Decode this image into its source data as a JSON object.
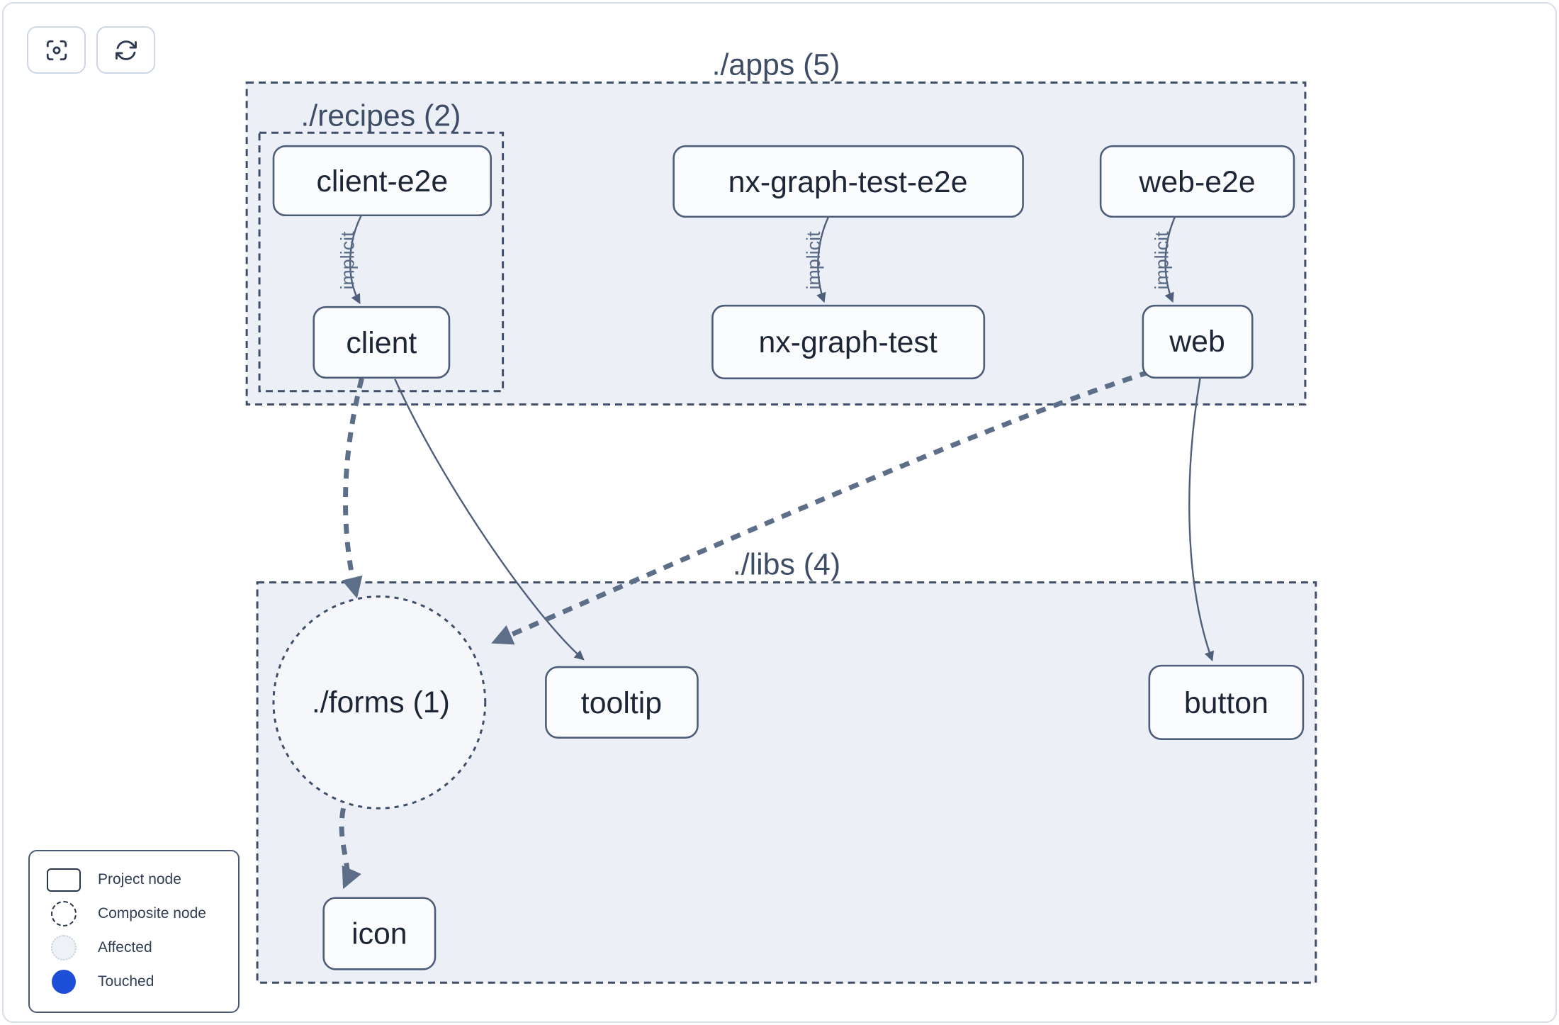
{
  "toolbar": {
    "buttons": [
      {
        "icon": "focus-icon",
        "action": "focus"
      },
      {
        "icon": "refresh-icon",
        "action": "refresh"
      }
    ]
  },
  "graph": {
    "containers": [
      {
        "id": "apps",
        "label": "./apps (5)"
      },
      {
        "id": "recipes",
        "label": "./recipes (2)"
      },
      {
        "id": "libs",
        "label": "./libs (4)"
      }
    ],
    "composite": {
      "id": "forms",
      "label": "./forms (1)"
    },
    "nodes": [
      {
        "id": "client-e2e",
        "label": "client-e2e"
      },
      {
        "id": "nx-graph-test-e2e",
        "label": "nx-graph-test-e2e"
      },
      {
        "id": "web-e2e",
        "label": "web-e2e"
      },
      {
        "id": "client",
        "label": "client"
      },
      {
        "id": "nx-graph-test",
        "label": "nx-graph-test"
      },
      {
        "id": "web",
        "label": "web"
      },
      {
        "id": "tooltip",
        "label": "tooltip"
      },
      {
        "id": "button",
        "label": "button"
      },
      {
        "id": "icon",
        "label": "icon"
      }
    ],
    "edges": [
      {
        "from": "client-e2e",
        "to": "client",
        "type": "implicit",
        "label": "implicit"
      },
      {
        "from": "nx-graph-test-e2e",
        "to": "nx-graph-test",
        "type": "implicit",
        "label": "implicit"
      },
      {
        "from": "web-e2e",
        "to": "web",
        "type": "implicit",
        "label": "implicit"
      },
      {
        "from": "client",
        "to": "./forms (1)",
        "type": "dashed"
      },
      {
        "from": "client",
        "to": "tooltip",
        "type": "static"
      },
      {
        "from": "web",
        "to": "./forms (1)",
        "type": "dashed"
      },
      {
        "from": "web",
        "to": "button",
        "type": "static"
      },
      {
        "from": "./forms (1)",
        "to": "icon",
        "type": "dashed"
      }
    ]
  },
  "legend": {
    "items": [
      {
        "symbol": "project-node",
        "label": "Project node"
      },
      {
        "symbol": "composite-node",
        "label": "Composite node"
      },
      {
        "symbol": "affected",
        "label": "Affected"
      },
      {
        "symbol": "touched",
        "label": "Touched"
      }
    ]
  },
  "colors": {
    "canvas_border": "#d8deea",
    "container_fill": "#ecf0f6",
    "container_border": "#3f4e68",
    "node_fill": "#fbfcfe",
    "node_border": "#4d5c79",
    "node_text": "#1d2636",
    "edge_static": "#4f5e7a",
    "edge_dashed": "#5d6e88",
    "touched": "#1d4ed8",
    "affected_fill": "#eef1f6"
  }
}
